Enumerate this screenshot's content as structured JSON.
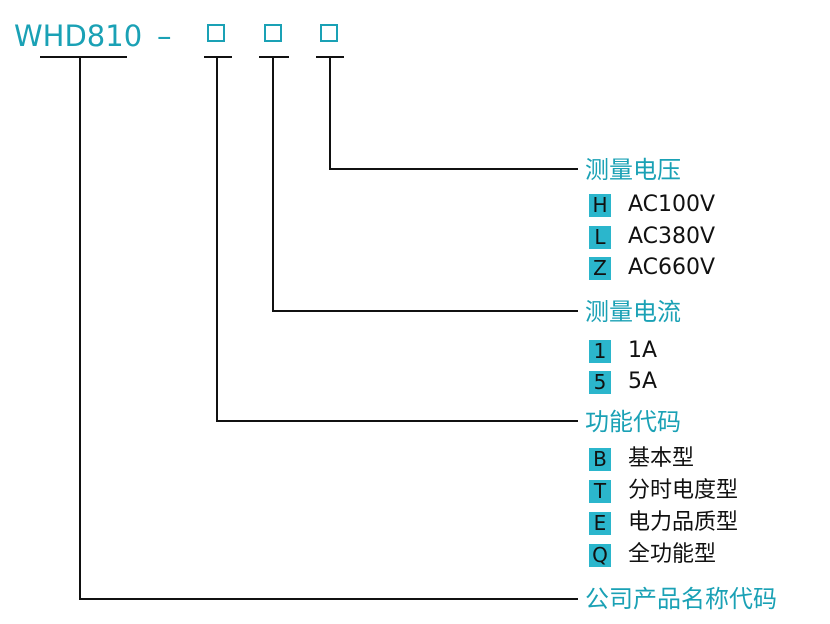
{
  "model_code": {
    "prefix": "WHD810",
    "separator": "–"
  },
  "sections": {
    "voltage": {
      "title": "测量电压",
      "options": [
        {
          "code": "H",
          "label": "AC100V"
        },
        {
          "code": "L",
          "label": "AC380V"
        },
        {
          "code": "Z",
          "label": "AC660V"
        }
      ]
    },
    "current": {
      "title": "测量电流",
      "options": [
        {
          "code": "1",
          "label": "1A"
        },
        {
          "code": "5",
          "label": "5A"
        }
      ]
    },
    "function": {
      "title": "功能代码",
      "options": [
        {
          "code": "B",
          "label": "基本型"
        },
        {
          "code": "T",
          "label": "分时电度型"
        },
        {
          "code": "E",
          "label": "电力品质型"
        },
        {
          "code": "Q",
          "label": "全功能型"
        }
      ]
    },
    "company": {
      "title": "公司产品名称代码"
    }
  },
  "colors": {
    "accent": "#1aa1b5",
    "badge": "#2bb6cc",
    "line": "#111111",
    "text": "#111111"
  }
}
